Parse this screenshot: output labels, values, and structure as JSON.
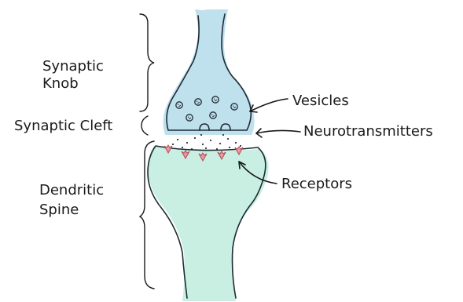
{
  "labels": {
    "synaptic_knob_line1": "Synaptic",
    "synaptic_knob_line2": "Knob",
    "synaptic_cleft": "Synaptic Cleft",
    "dendritic_spine_line1": "Dendritic",
    "dendritic_spine_line2": "Spine",
    "vesicles": "Vesicles",
    "neurotransmitters": "Neurotransmitters",
    "receptors": "Receptors"
  },
  "colors": {
    "knob_fill": "#bfe1ee",
    "spine_fill": "#c8efe2",
    "outline": "#1f2a33",
    "receptor_fill": "#e89aa0",
    "receptor_stroke": "#b24a55",
    "text": "#1a1a1a"
  }
}
